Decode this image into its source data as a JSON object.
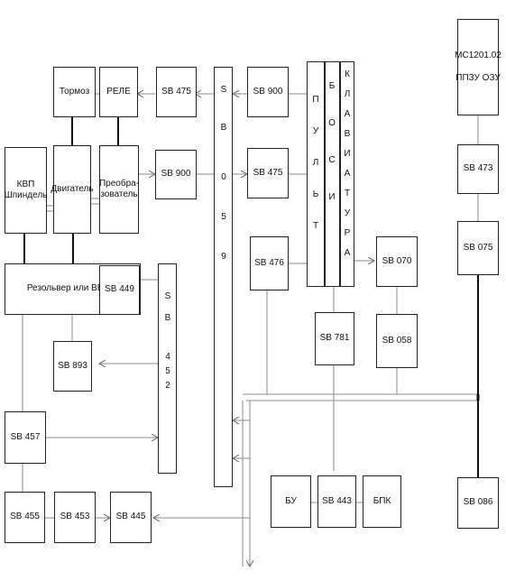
{
  "blocks": {
    "tormoz": "Тормоз",
    "rele": "РЕЛЕ",
    "sb475_top": "SB 475",
    "sb900_top": "SB 900",
    "kvp": "КВП\nШпиндель",
    "dvigatel": "Двигатель",
    "preobrazovatel": "Преобра-\nзователь",
    "sb900_mid": "SB 900",
    "sb475_mid": "SB 475",
    "mc1201": "МС1201.02\n\nППЗУ  ОЗУ",
    "sb473": "SB 473",
    "sb075": "SB 075",
    "rezolver": "Резольвер или ВЕ178",
    "sb449": "SB 449",
    "sb476": "SB 476",
    "sb070": "SB 070",
    "sb781": "SB 781",
    "sb058": "SB 058",
    "sb893": "SB 893",
    "sb457": "SB 457",
    "bu": "БУ",
    "sb443": "SB 443",
    "bpk": "БПК",
    "sb086": "SB 086",
    "sb455": "SB 455",
    "sb453": "SB 453",
    "sb445": "SB 445"
  },
  "columns": {
    "sb059": [
      "S",
      "B",
      "0",
      "5",
      "9"
    ],
    "sb452": [
      "S",
      "B",
      "4",
      "5",
      "2"
    ],
    "pult": [
      "П",
      "У",
      "Л",
      "Ь",
      "Т"
    ],
    "bos": [
      "Б",
      "О",
      "С",
      "И"
    ],
    "klaviatura": [
      "К",
      "Л",
      "А",
      "В",
      "И",
      "А",
      "Т",
      "У",
      "Р",
      "А"
    ]
  }
}
